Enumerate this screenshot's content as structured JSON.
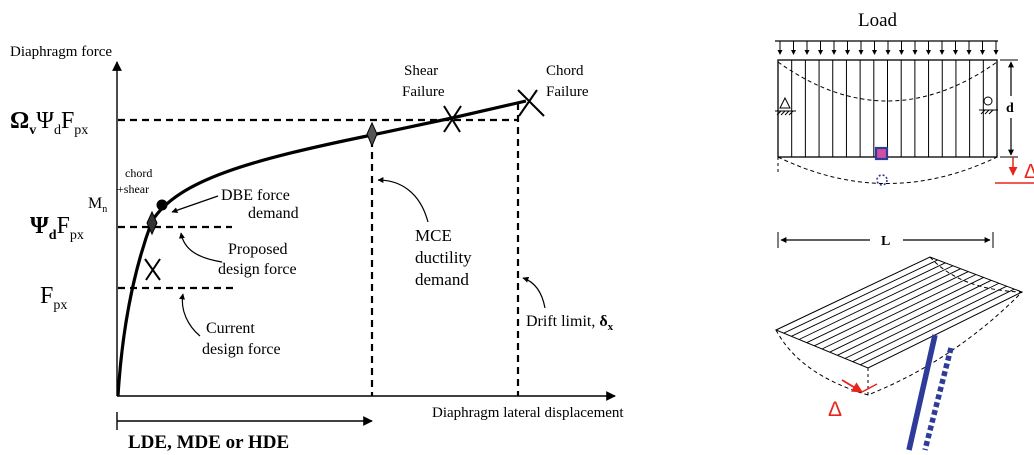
{
  "left_diagram": {
    "y_axis_label": "Diaphragm force",
    "x_axis_label": "Diaphragm lateral displacement",
    "bottom_label": "LDE, MDE or HDE",
    "levels": {
      "omega": {
        "Ω": "Ω",
        "v": "v",
        "Ψ": "Ψ",
        "d": "d",
        "F": "F",
        "px": "px"
      },
      "psi": {
        "Ψ": "Ψ",
        "d": "d",
        "F": "F",
        "px": "px"
      },
      "f": {
        "F": "F",
        "px": "px"
      },
      "mn": {
        "M": "M",
        "n": "n"
      }
    },
    "annotations": {
      "chord_shear_1": "chord",
      "chord_shear_2": "+shear",
      "dbe_1": "DBE force",
      "dbe_2": "demand",
      "proposed_1": "Proposed",
      "proposed_2": "design force",
      "current_1": "Current",
      "current_2": "design force",
      "mce_1": "MCE",
      "mce_2": "ductility",
      "mce_3": "demand",
      "drift_text": "Drift limit, ",
      "drift_delta": "δ",
      "drift_sub": "x",
      "shear_1": "Shear",
      "shear_2": "Failure",
      "chord_1": "Chord",
      "chord_2": "Failure"
    }
  },
  "right_diagram": {
    "load_label": "Load",
    "depth_label": "d",
    "length_label": "L",
    "delta_label": "Δ",
    "colors": {
      "accent_red": "#e8251c",
      "accent_blue": "#2e3b98",
      "node_fill": "#d24fa0"
    }
  }
}
